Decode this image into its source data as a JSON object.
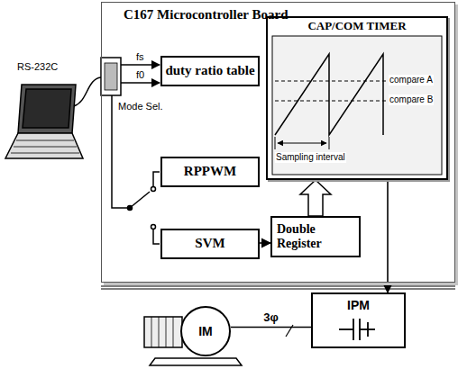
{
  "diagram": {
    "nodes": [
      {
        "text": [
          "C167 Microcontroller Board"
        ]
      },
      {
        "text": [
          "duty ratio table"
        ],
        "in": 0
      },
      {
        "text": [
          "RPPWM"
        ],
        "in": 0
      },
      {
        "text": [
          "SVM"
        ],
        "in": 0
      },
      {
        "text": [
          "CAP/COM TIMER"
        ],
        "in": 0
      },
      {
        "text": [
          "Double Register"
        ],
        "in": 0
      },
      {
        "text": [
          "IPM"
        ]
      },
      {
        "text": [
          "IM"
        ]
      }
    ],
    "edges": [
      {
        "from": 3,
        "to": 5,
        "arrow": "to"
      },
      {
        "from": 5,
        "to": 4,
        "arrow": "to"
      },
      {
        "from": 4,
        "to": 6,
        "arrow": "to"
      },
      {
        "from": 6,
        "to": 7,
        "label": "3φ",
        "arrow": "none"
      }
    ],
    "labels": [
      "RS-232C",
      "fs",
      "f0",
      "Mode Sel.",
      "compare A",
      "compare B",
      "Sampling interval"
    ]
  }
}
